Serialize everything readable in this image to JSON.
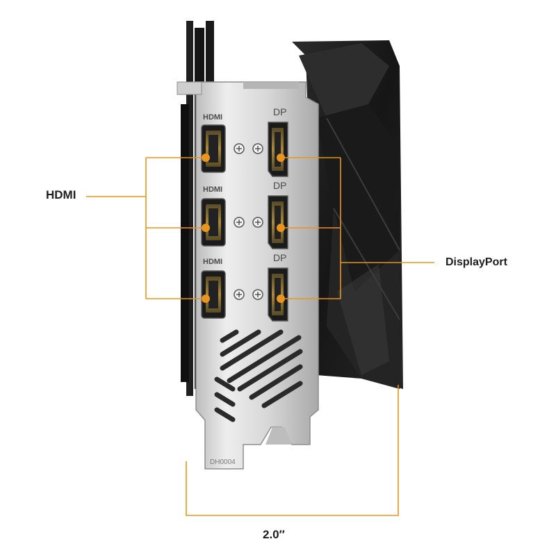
{
  "labels": {
    "hdmi": "HDMI",
    "displayport": "DisplayPort",
    "width": "2.0″"
  },
  "plate_markings": {
    "port_hdmi": "HDMI",
    "port_dp": "DP",
    "part_number": "DH0004"
  },
  "colors": {
    "accent_orange": "#e8941e",
    "text_dark": "#1e1e1e",
    "plate_silver": "#d9d9d9",
    "shroud_black": "#1c1c1c",
    "connector_gold": "#c79b35"
  }
}
